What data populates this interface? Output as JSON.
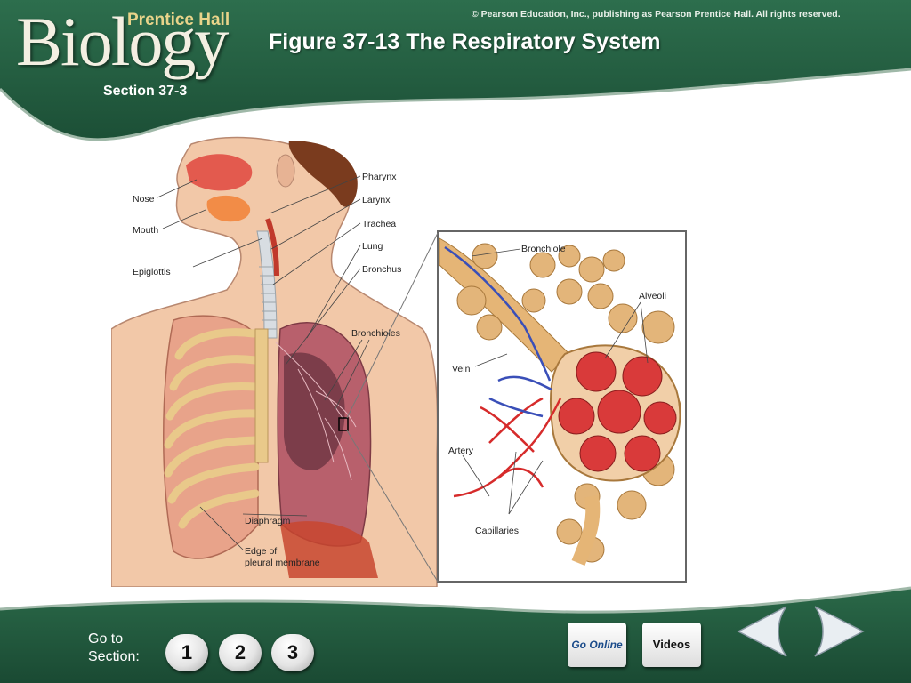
{
  "header": {
    "logo_text": "Biology",
    "publisher_label": "Prentice Hall",
    "copyright": "© Pearson Education, Inc., publishing as Pearson Prentice Hall. All rights reserved.",
    "title": "Figure 37-13 The Respiratory System",
    "section": "Section 37-3"
  },
  "figure": {
    "body_labels": [
      "Nose",
      "Mouth",
      "Epiglottis",
      "Pharynx",
      "Larynx",
      "Trachea",
      "Lung",
      "Bronchus",
      "Bronchioles",
      "Diaphragm",
      "Edge of",
      "pleural membrane"
    ],
    "inset_labels": [
      "Bronchiole",
      "Alveoli",
      "Vein",
      "Artery",
      "Capillaries"
    ]
  },
  "footer": {
    "goto_line1": "Go to",
    "goto_line2": "Section:",
    "section_buttons": [
      "1",
      "2",
      "3"
    ],
    "go_online_label": "Go Online",
    "videos_label": "Videos",
    "colors": {
      "band": "#1f5a3e",
      "accent": "#cf2a2a"
    }
  }
}
